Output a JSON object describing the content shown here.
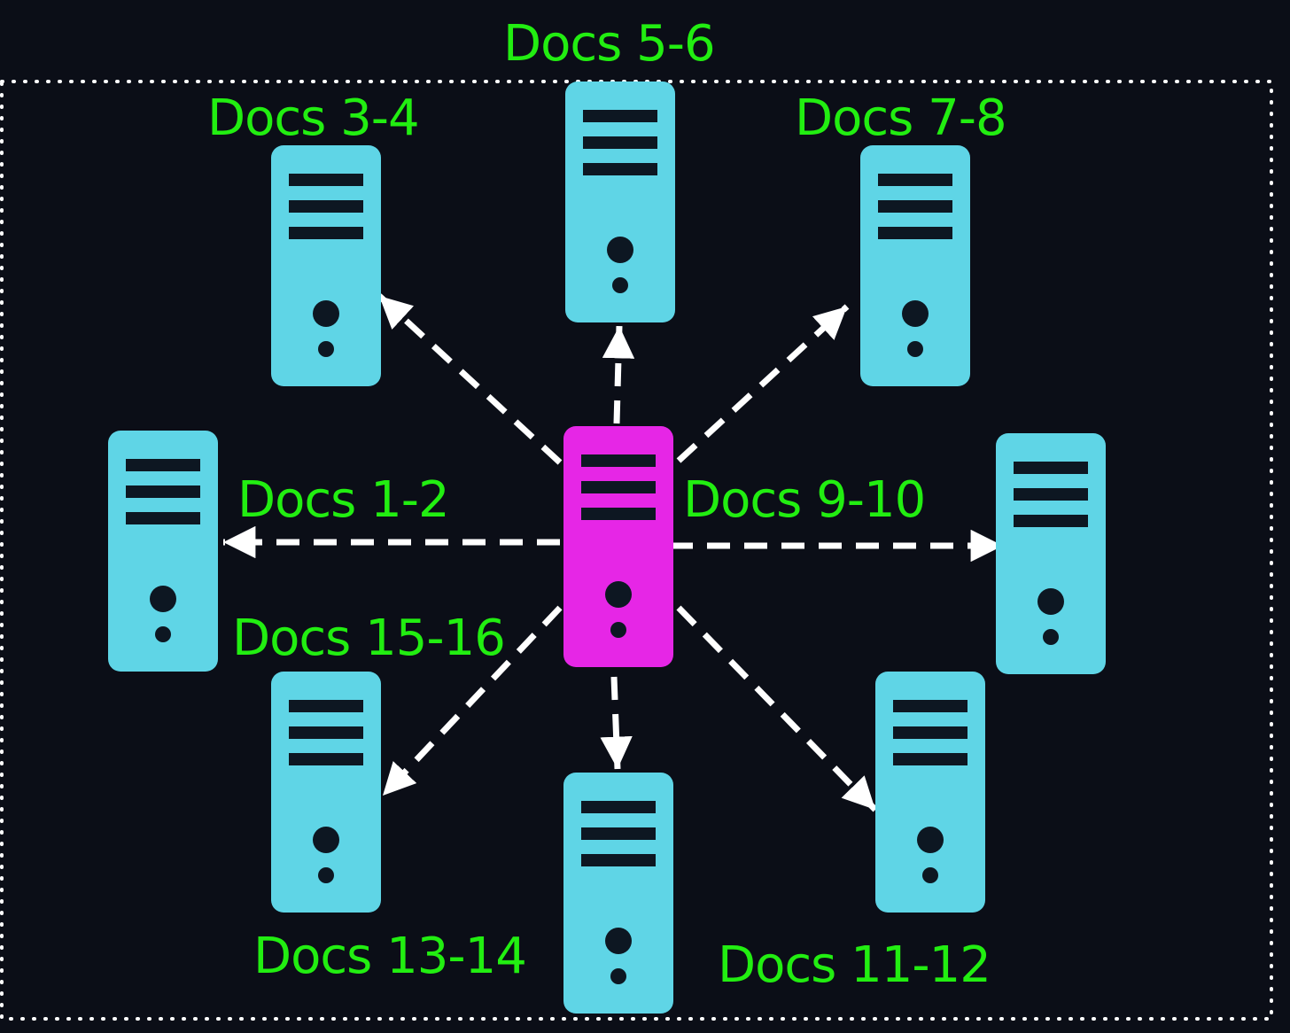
{
  "colors": {
    "background": "#0b0e17",
    "boundary": "#ffffff",
    "node": "#5fd5e6",
    "coordinator": "#e626e6",
    "node_detail": "#0d1722",
    "arrow": "#ffffff",
    "label": "#22ee11"
  },
  "icon": "server-icon",
  "coordinator": {
    "name": "coordinator-server"
  },
  "shards": [
    {
      "id": "docs-1-2",
      "label": "Docs 1-2"
    },
    {
      "id": "docs-3-4",
      "label": "Docs 3-4"
    },
    {
      "id": "docs-5-6",
      "label": "Docs 5-6"
    },
    {
      "id": "docs-7-8",
      "label": "Docs 7-8"
    },
    {
      "id": "docs-9-10",
      "label": "Docs 9-10"
    },
    {
      "id": "docs-11-12",
      "label": "Docs 11-12"
    },
    {
      "id": "docs-13-14",
      "label": "Docs 13-14"
    },
    {
      "id": "docs-15-16",
      "label": "Docs 15-16"
    }
  ]
}
